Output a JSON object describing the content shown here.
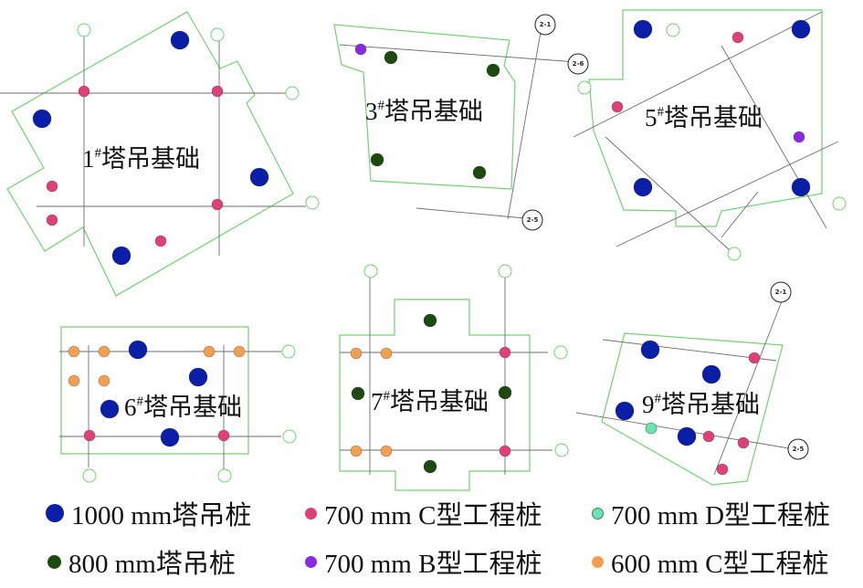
{
  "colors": {
    "pile_1000_tower": "#0a1ea8",
    "pile_800_tower": "#1c4a10",
    "pile_700_C": "#e0407a",
    "pile_700_B": "#8a2be2",
    "pile_700_D": "#6fe0b0",
    "pile_600_C": "#f0a050",
    "outline": "#6fd36f",
    "axis": "#6e6e6e"
  },
  "pile_types": {
    "T1000": {
      "label": "1000 mm塔吊桩",
      "color": "#0a1ea8",
      "icon": "filled-circle-icon"
    },
    "C700": {
      "label": "700 mm C型工程桩",
      "color": "#e0407a",
      "icon": "filled-circle-icon"
    },
    "D700": {
      "label": "700 mm D型工程桩",
      "color": "#6fe0b0",
      "icon": "filled-circle-icon"
    },
    "T800": {
      "label": "800 mm塔吊桩",
      "color": "#1c4a10",
      "icon": "filled-circle-icon"
    },
    "B700": {
      "label": "700 mm B型工程桩",
      "color": "#8a2be2",
      "icon": "filled-circle-icon"
    },
    "C600": {
      "label": "600 mm C型工程桩",
      "color": "#f0a050",
      "icon": "filled-circle-icon"
    }
  },
  "foundations": [
    {
      "id": "f1",
      "number": "1",
      "suffix": "塔吊基础"
    },
    {
      "id": "f3",
      "number": "3",
      "suffix": "塔吊基础"
    },
    {
      "id": "f5",
      "number": "5",
      "suffix": "塔吊基础"
    },
    {
      "id": "f6",
      "number": "6",
      "suffix": "塔吊基础"
    },
    {
      "id": "f7",
      "number": "7",
      "suffix": "塔吊基础"
    },
    {
      "id": "f9",
      "number": "9",
      "suffix": "塔吊基础"
    }
  ],
  "sup_mark": "#",
  "axis_tags": {
    "f3_top": "2-1",
    "f3_right": "2-6",
    "f3_bottom": "2-5",
    "f9_top": "2-1",
    "f9_right": "2-5"
  },
  "legend": {
    "row1": [
      "T1000",
      "C700",
      "D700"
    ],
    "row2": [
      "T800",
      "B700",
      "C600"
    ]
  }
}
